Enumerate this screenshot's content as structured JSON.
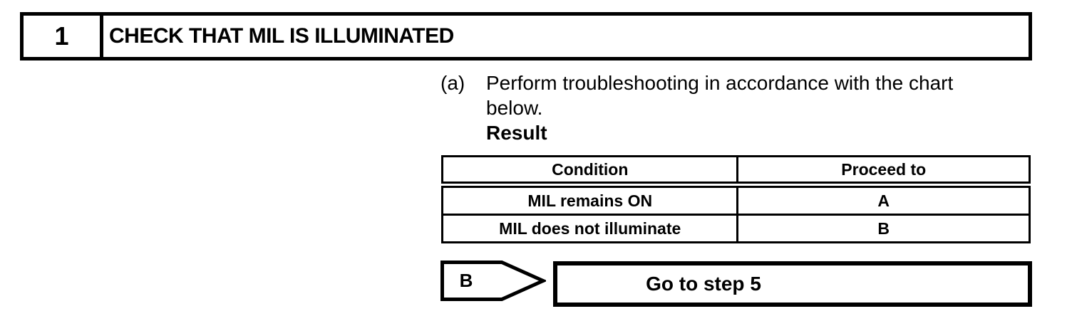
{
  "page": {
    "background_color": "#ffffff",
    "ink_color": "#000000"
  },
  "step_header": {
    "number": "1",
    "title": "CHECK THAT MIL IS ILLUMINATED"
  },
  "instruction": {
    "marker": "(a)",
    "lines": [
      "Perform troubleshooting in accordance with the chart",
      "below."
    ],
    "result_label": "Result"
  },
  "result_table": {
    "columns": [
      "Condition",
      "Proceed to"
    ],
    "rows": [
      {
        "condition": "MIL remains ON",
        "proceed_to": "A"
      },
      {
        "condition": "MIL does not illuminate",
        "proceed_to": "B"
      }
    ]
  },
  "branch": {
    "label": "B",
    "action": "Go to step 5",
    "arrow_icon": "flowchart-branch-pointer"
  }
}
